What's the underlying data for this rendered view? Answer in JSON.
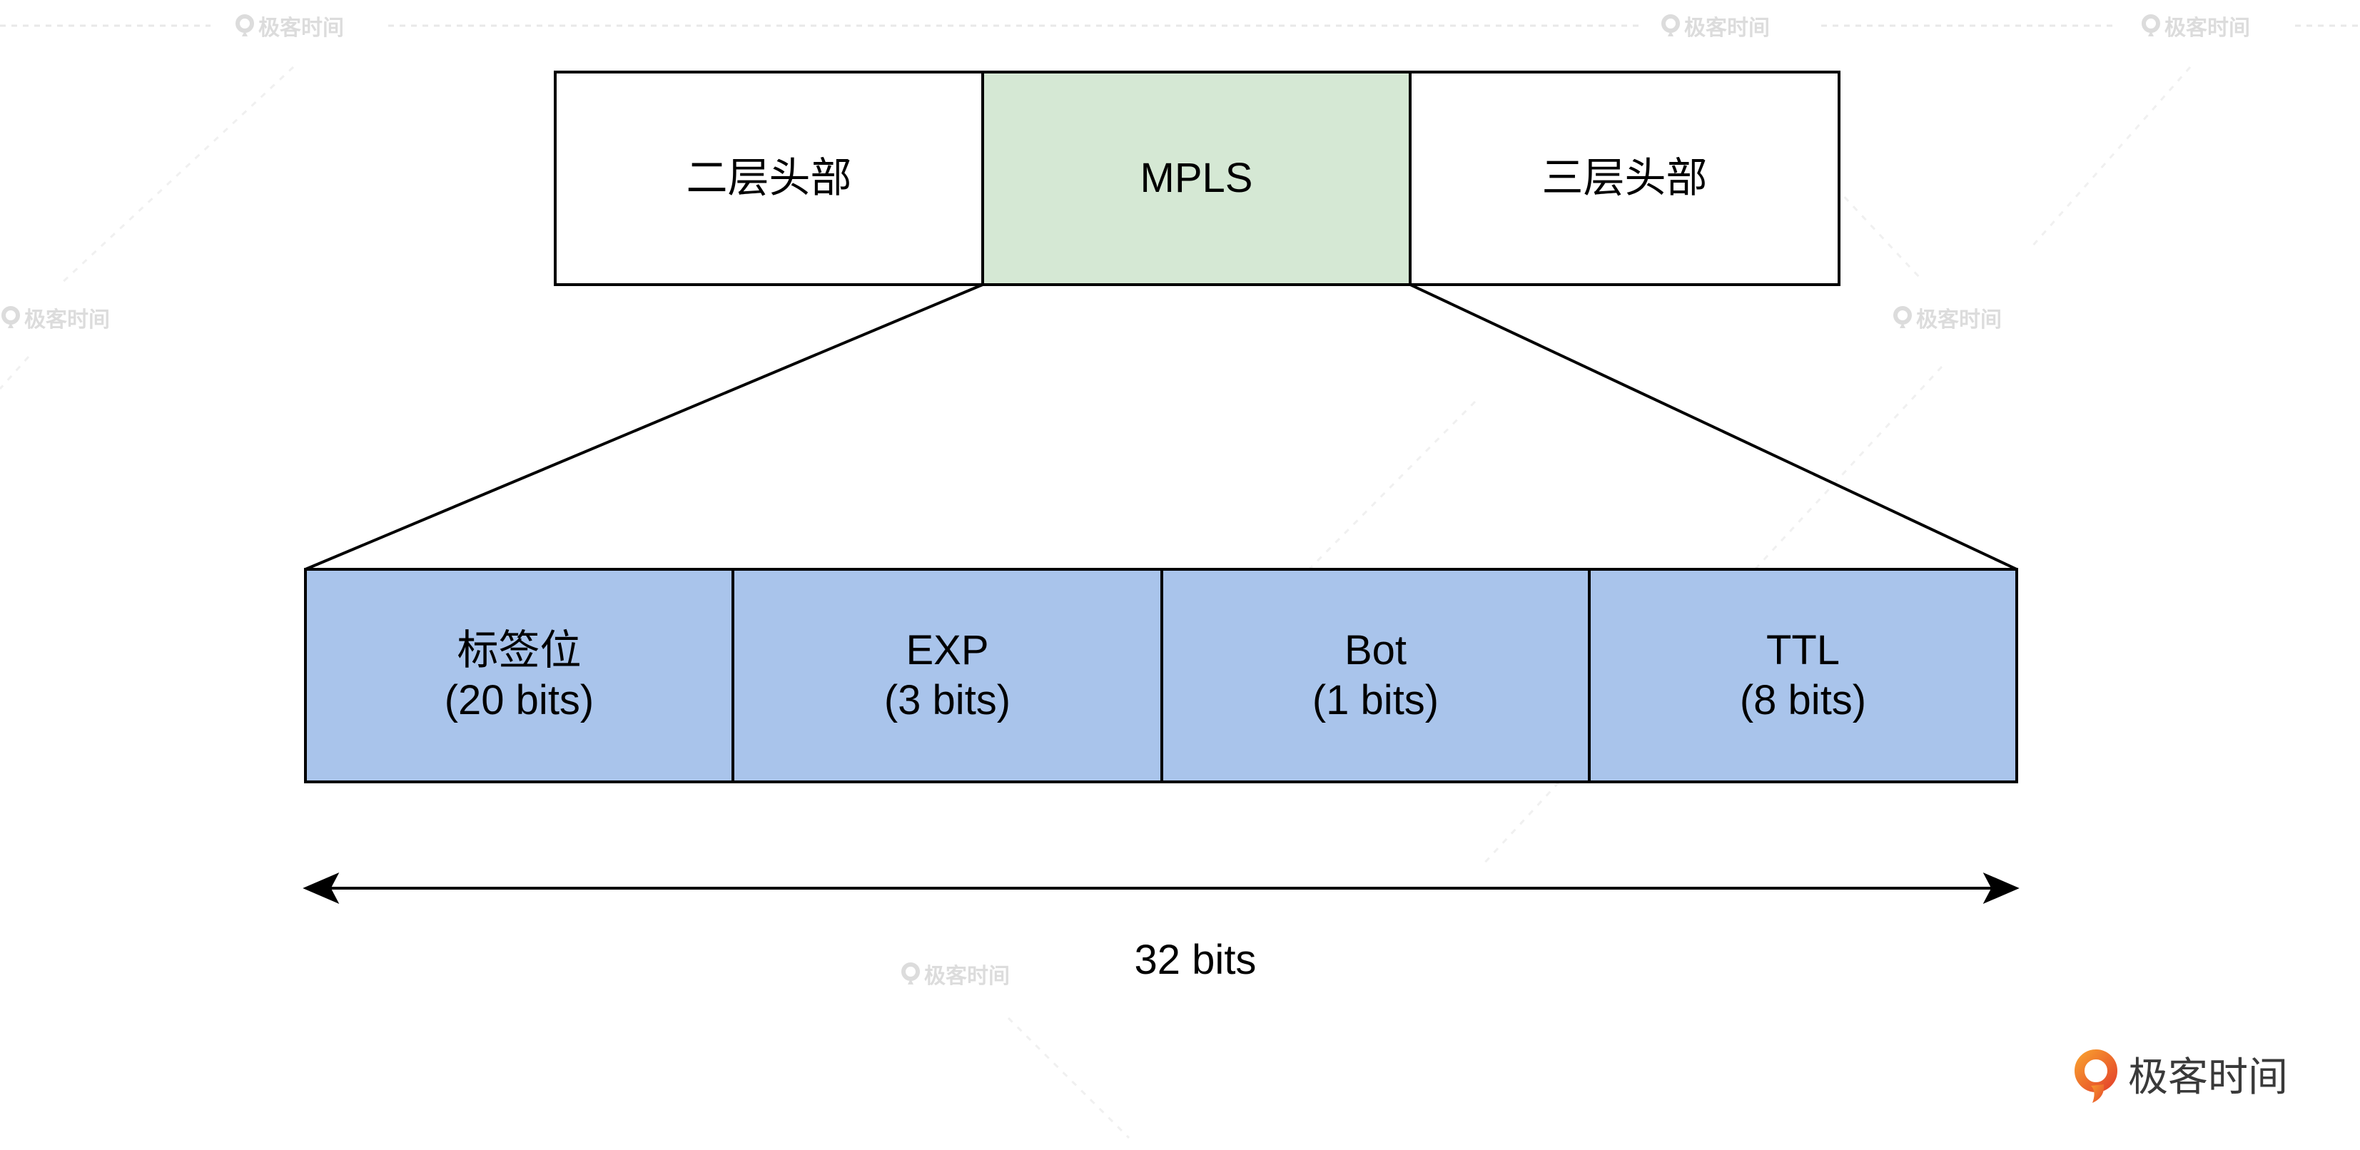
{
  "header_row": {
    "cells": [
      {
        "label": "二层头部"
      },
      {
        "label": "MPLS"
      },
      {
        "label": "三层头部"
      }
    ]
  },
  "mpls_fields": [
    {
      "name": "标签位",
      "size": "(20 bits)"
    },
    {
      "name": "EXP",
      "size": "(3 bits)"
    },
    {
      "name": "Bot",
      "size": "(1 bits)"
    },
    {
      "name": "TTL",
      "size": "(8 bits)"
    }
  ],
  "width_label": "32 bits",
  "watermark_text": "极客时间",
  "logo_text": "极客时间",
  "icons": {
    "brand_logo": "geektime-logo-icon",
    "watermark": "geektime-logo-icon"
  },
  "colors": {
    "mpls_header_fill": "#d5e8d4",
    "field_fill": "#a9c4eb",
    "stroke": "#000000",
    "watermark": "#dcdcdc",
    "logo_text": "#3a3a3a",
    "logo_orange": "#f79a2e",
    "logo_red": "#e5472b"
  }
}
